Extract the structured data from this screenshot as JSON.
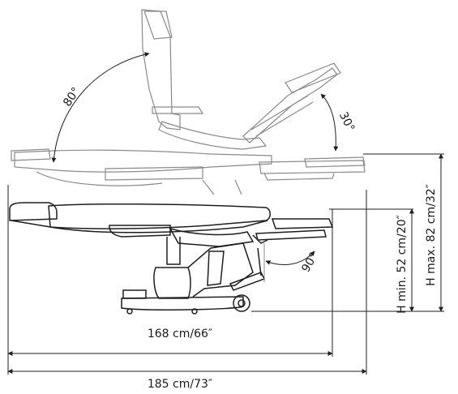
{
  "angles": {
    "backrest": "80°",
    "legrest": "30°",
    "footrest": "90°"
  },
  "dimensions": {
    "seat_length": "168 cm/66″",
    "total_length": "185 cm/73″",
    "height_min": "H min. 52 cm/20″",
    "height_max": "H max. 82 cm/32″"
  },
  "colors": {
    "line_dark": "#1e1e1e",
    "line_grey": "#8a8a8a"
  }
}
